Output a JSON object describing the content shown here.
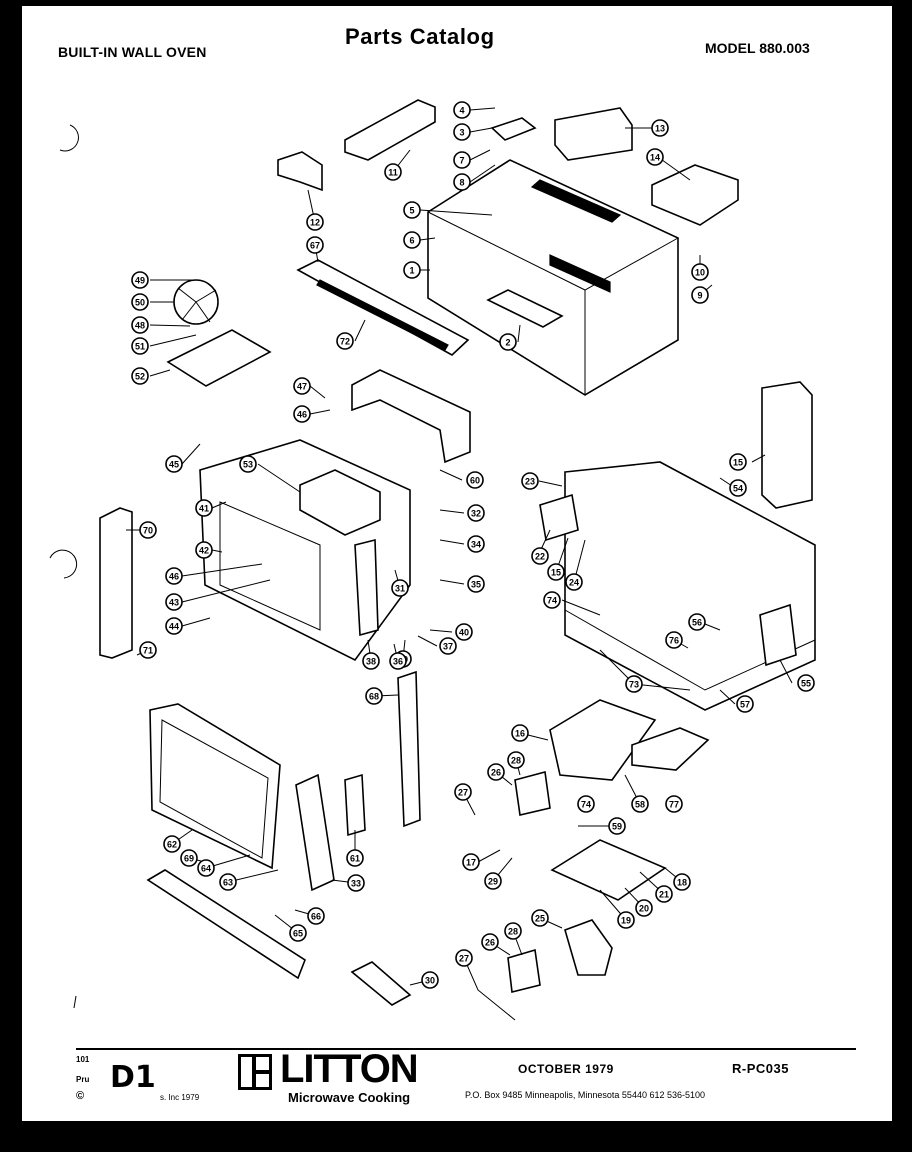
{
  "header": {
    "left": "BUILT-IN WALL OVEN",
    "title": "Parts  Catalog",
    "right": "MODEL 880.003"
  },
  "callouts": [
    {
      "label": "4"
    },
    {
      "label": "3"
    },
    {
      "label": "13"
    },
    {
      "label": "7"
    },
    {
      "label": "8"
    },
    {
      "label": "11"
    },
    {
      "label": "14"
    },
    {
      "label": "12"
    },
    {
      "label": "5"
    },
    {
      "label": "6"
    },
    {
      "label": "67"
    },
    {
      "label": "1"
    },
    {
      "label": "10"
    },
    {
      "label": "9"
    },
    {
      "label": "49"
    },
    {
      "label": "50"
    },
    {
      "label": "48"
    },
    {
      "label": "51"
    },
    {
      "label": "52"
    },
    {
      "label": "72"
    },
    {
      "label": "2"
    },
    {
      "label": "47"
    },
    {
      "label": "46"
    },
    {
      "label": "45"
    },
    {
      "label": "53"
    },
    {
      "label": "60"
    },
    {
      "label": "15"
    },
    {
      "label": "23"
    },
    {
      "label": "54"
    },
    {
      "label": "41"
    },
    {
      "label": "70"
    },
    {
      "label": "42"
    },
    {
      "label": "46"
    },
    {
      "label": "43"
    },
    {
      "label": "44"
    },
    {
      "label": "71"
    },
    {
      "label": "32"
    },
    {
      "label": "34"
    },
    {
      "label": "35"
    },
    {
      "label": "31"
    },
    {
      "label": "40"
    },
    {
      "label": "37"
    },
    {
      "label": "39"
    },
    {
      "label": "36"
    },
    {
      "label": "38"
    },
    {
      "label": "22"
    },
    {
      "label": "15"
    },
    {
      "label": "24"
    },
    {
      "label": "74"
    },
    {
      "label": "56"
    },
    {
      "label": "76"
    },
    {
      "label": "73"
    },
    {
      "label": "55"
    },
    {
      "label": "57"
    },
    {
      "label": "68"
    },
    {
      "label": "16"
    },
    {
      "label": "28"
    },
    {
      "label": "26"
    },
    {
      "label": "27"
    },
    {
      "label": "74"
    },
    {
      "label": "58"
    },
    {
      "label": "17"
    },
    {
      "label": "77"
    },
    {
      "label": "59"
    },
    {
      "label": "29"
    },
    {
      "label": "18"
    },
    {
      "label": "21"
    },
    {
      "label": "20"
    },
    {
      "label": "19"
    },
    {
      "label": "62"
    },
    {
      "label": "69"
    },
    {
      "label": "64"
    },
    {
      "label": "63"
    },
    {
      "label": "33"
    },
    {
      "label": "61"
    },
    {
      "label": "66"
    },
    {
      "label": "65"
    },
    {
      "label": "25"
    },
    {
      "label": "26"
    },
    {
      "label": "28"
    },
    {
      "label": "27"
    },
    {
      "label": "30"
    }
  ],
  "footer": {
    "small_top": "101",
    "small_mid": "Pru",
    "code": "D1",
    "copyright_symbol": "©",
    "copyright": "s. Inc  1979",
    "brand": "LITTON",
    "brand_sub": "Microwave Cooking",
    "date": "OCTOBER  1979",
    "doc_number": "R-PC035",
    "address": "P.O. Box 9485   Minneapolis, Minnesota 55440  612  536-5100"
  }
}
